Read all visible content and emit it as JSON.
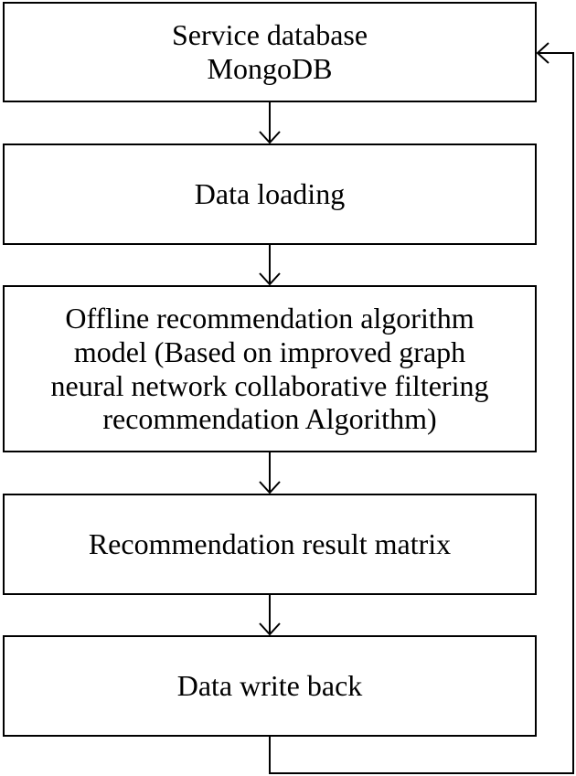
{
  "diagram": {
    "steps": [
      {
        "label": "Service database\nMongoDB"
      },
      {
        "label": "Data loading"
      },
      {
        "label": "Offline recommendation algorithm\nmodel (Based on improved graph\nneural network collaborative filtering\nrecommendation Algorithm)"
      },
      {
        "label": "Recommendation result matrix"
      },
      {
        "label": "Data write back"
      }
    ],
    "line_color": "#000000"
  }
}
